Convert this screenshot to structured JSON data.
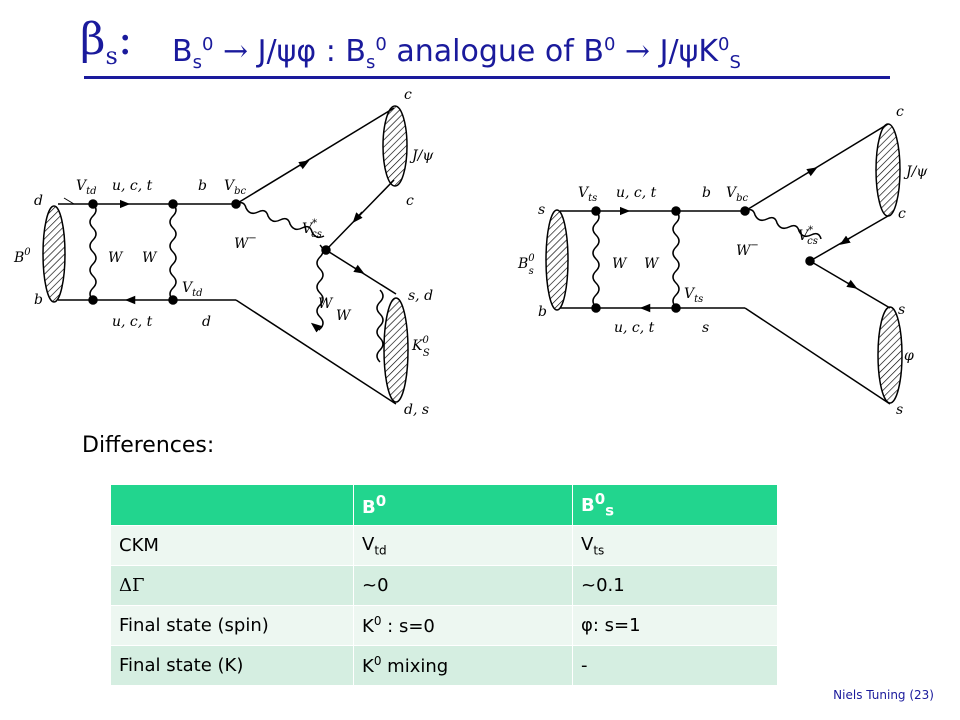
{
  "title": {
    "beta": "β",
    "beta_sub": "s",
    "colon": ":",
    "decay_B": "B",
    "decay_B_sub": "s",
    "decay_B_sup": "0",
    "arrow": " → ",
    "decay_final": "J/ψφ",
    "sep": " :  ",
    "text_B": "B",
    "text_B_sub": "s",
    "text_B_sup": "0",
    "analogue": " analogue of ",
    "ref_B": "B",
    "ref_B_sup": "0",
    "ref_arrow": " → ",
    "ref_final": "J/ψK",
    "ref_final_sup": "0",
    "ref_final_sub": "S"
  },
  "diagram_left": {
    "d": "d",
    "b": "b",
    "b0": "B",
    "b0_sup": "0",
    "vtd": "V",
    "vtd_sub": "td",
    "uct_top": "u, c, t",
    "b_top": "b",
    "vbc": "V",
    "vbc_sub": "bc",
    "wminus": "W",
    "wminus_sup": "−",
    "vcs": "V",
    "vcs_sup": "*",
    "vcs_sub": "cs",
    "w1": "W",
    "w2": "W",
    "vtd2": "V",
    "vtd2_sub": "td",
    "uct_bot": "u, c, t",
    "d_bot": "d",
    "c_top": "c",
    "jpsi": "J/ψ",
    "c_mid": "c",
    "w3": "W",
    "w4": "W",
    "sd": "s, d",
    "k0s": "K",
    "k0s_sup": "0",
    "k0s_sub": "S",
    "ds": "d, s"
  },
  "diagram_right": {
    "s": "s",
    "b": "b",
    "bs0": "B",
    "bs0_sup": "0",
    "bs0_sub": "s",
    "vts": "V",
    "vts_sub": "ts",
    "uct_top": "u, c, t",
    "b_top": "b",
    "vbc": "V",
    "vbc_sub": "bc",
    "wminus": "W",
    "wminus_sup": "−",
    "vcs": "V",
    "vcs_sup": "*",
    "vcs_sub": "cs",
    "w1": "W",
    "w2": "W",
    "vts2": "V",
    "vts2_sub": "ts",
    "uct_bot": "u, c, t",
    "s_bot": "s",
    "c_top": "c",
    "jpsi": "J/ψ",
    "c_mid": "c",
    "s_mid": "s",
    "phi": "φ",
    "s_bot2": "s"
  },
  "differences_label": "Differences:",
  "table": {
    "head": {
      "c0": "",
      "c1": "B",
      "c1_sup": "0",
      "c2": "B",
      "c2_sup": "0",
      "c2_sub": "s"
    },
    "rows": [
      {
        "c0": "CKM",
        "c1": "V",
        "c1_sub": "td",
        "c2": "V",
        "c2_sub": "ts"
      },
      {
        "c0": "ΔΓ",
        "c1": "~0",
        "c2": "~0.1"
      },
      {
        "c0": "Final state (spin)",
        "c1": "K",
        "c1_sup": "0",
        "c1_rest": " : s=0",
        "c2": "φ: s=1"
      },
      {
        "c0": "Final state (K)",
        "c1": "K",
        "c1_sup": "0",
        "c1_rest": " mixing",
        "c2": "-"
      }
    ]
  },
  "footer": "Niels Tuning (23)",
  "colors": {
    "title": "#1a1a9c",
    "table_header": "#22d58e",
    "row_dark": "#d5eee1",
    "row_light": "#edf7f1"
  }
}
